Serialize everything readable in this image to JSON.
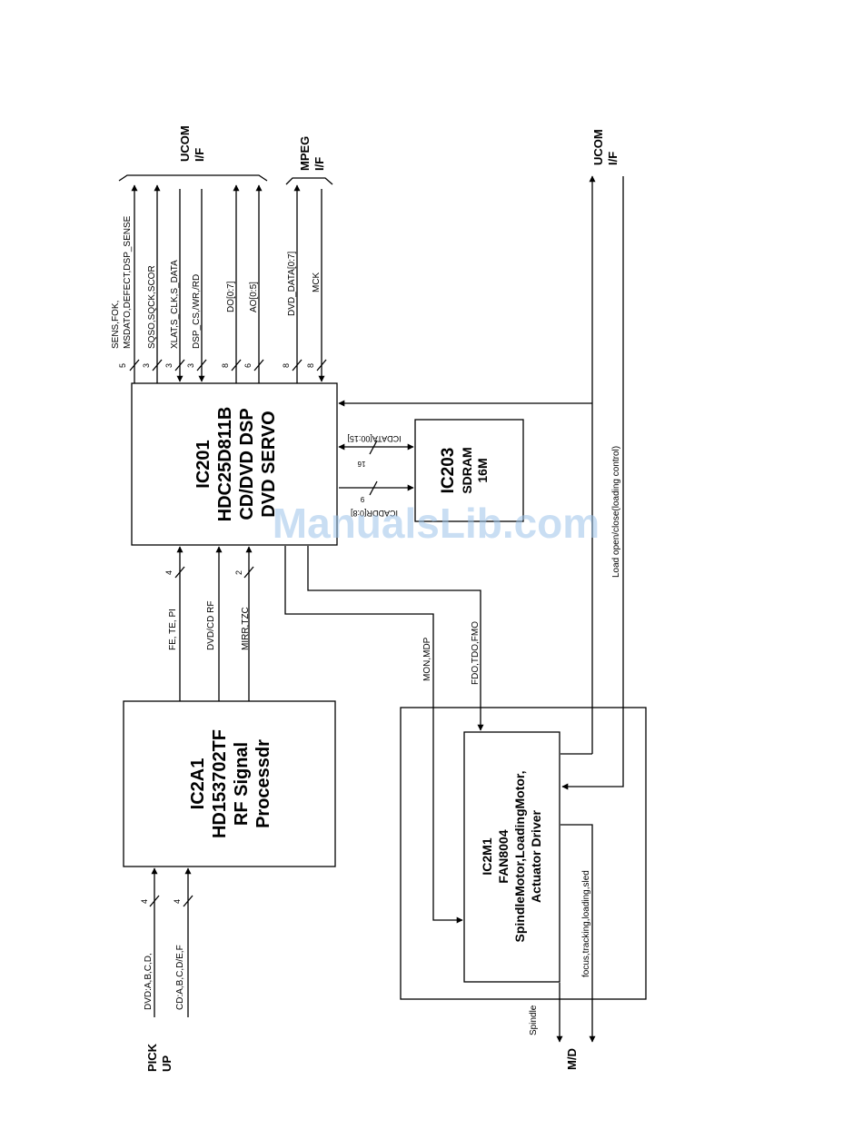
{
  "blocks": {
    "ic201": {
      "lines": [
        "IC201",
        "HDC25D811B",
        "CD/DVD DSP",
        "DVD SERVO"
      ]
    },
    "ic203": {
      "lines": [
        "IC203",
        "SDRAM",
        "16M"
      ]
    },
    "ic2a1": {
      "lines": [
        "IC2A1",
        "HD153702TF",
        "RF Signal",
        "Processdr"
      ]
    },
    "ic2m1": {
      "lines": [
        "IC2M1",
        "FAN8004",
        "SpindleMotor,LoadingMotor,",
        "Actuator Driver"
      ]
    }
  },
  "interfaces": {
    "ucom_top": [
      "UCOM",
      "I/F"
    ],
    "mpeg": [
      "MPEG",
      "I/F"
    ],
    "ucom_right": [
      "UCOM",
      "I/F"
    ],
    "pickup": [
      "PICK",
      "UP"
    ],
    "md": "M/D"
  },
  "signals": {
    "sens": [
      "SENS,FOK,",
      "MSDATO,DEFECT,DSP_SENSE"
    ],
    "sqso": "SQSO,SQCK,SCOR",
    "xlat": "XLAT,S_CLK,S_DATA",
    "dsp_cs": "DSP_CS,/WR,/RD",
    "do": "DO[0:7]",
    "ao": "AO[0:5]",
    "dvd_data": "DVD_DATA[0:7]",
    "mck": "MCK",
    "icdata": "ICDATA[00:15]",
    "icaddr": "ICADDR[0:8]",
    "fe_te_pi": "FE, TE, PI",
    "dvd_cd_rf": "DVD/CD RF",
    "mirr_tzc": "MIRR,TZC",
    "mon_mdp": "MON,MDP",
    "fdo": "FDO,TDO,FMO",
    "load": "Load open/close(loading control)",
    "focus": "focus,tracking,loading,sled",
    "spindle": "Spindle",
    "dvd_abcd": "DVD:A,B,C,D,",
    "cd_abcdef": "CD:A,B,C,D/E,F"
  },
  "bus_widths": {
    "sens": "5",
    "sqso": "3",
    "xlat": "3",
    "dsp_cs": "3",
    "do": "8",
    "ao": "6",
    "dvd_data": "8",
    "mck": "8",
    "icdata": "16",
    "icaddr": "9",
    "fe_te_pi": "4",
    "mirr_tzc": "2",
    "dvd_abcd": "4",
    "cd_abcdef": "4"
  },
  "watermark": "ManualsLib.com"
}
